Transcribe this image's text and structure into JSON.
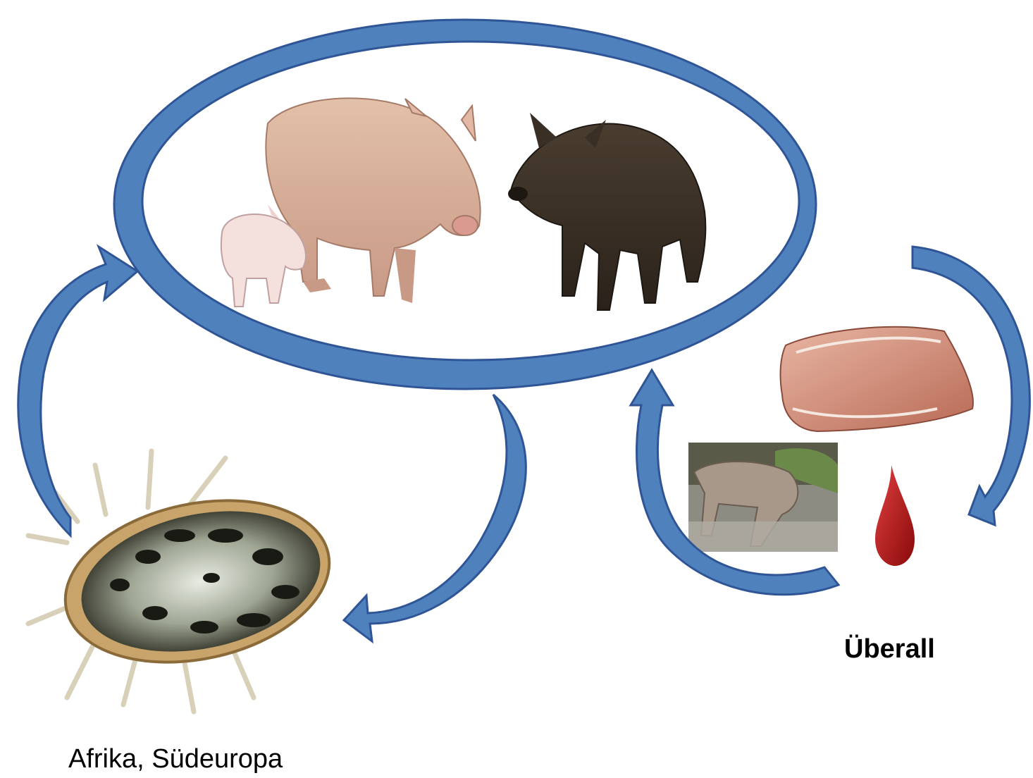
{
  "labels": {
    "region_ticks": "Afrika, Südeuropa",
    "region_everywhere": "Überall"
  },
  "colors": {
    "arrow_fill": "#4f81bd",
    "arrow_stroke": "#2f5597",
    "background": "#ffffff"
  },
  "nodes": {
    "center": [
      "domestic-pig-sow",
      "domestic-piglet",
      "wild-boar"
    ],
    "left": [
      "tick"
    ],
    "right": [
      "pork-slices",
      "blood-drop",
      "wild-boar-carcass"
    ]
  }
}
